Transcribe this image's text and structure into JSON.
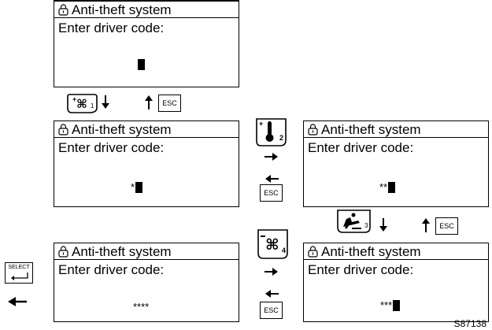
{
  "panels": [
    {
      "title": "Anti-theft system",
      "prompt": "Enter driver code:",
      "code": ""
    },
    {
      "title": "Anti-theft system",
      "prompt": "Enter driver code:",
      "code": "*"
    },
    {
      "title": "Anti-theft system",
      "prompt": "Enter driver code:",
      "code": "**"
    },
    {
      "title": "Anti-theft system",
      "prompt": "Enter driver code:",
      "code": "****"
    },
    {
      "title": "Anti-theft system",
      "prompt": "Enter driver code:",
      "code": "***"
    }
  ],
  "buttons": {
    "esc_label": "ESC",
    "select_label": "SELECT",
    "key1_sub": "1",
    "key2_sub": "2",
    "key3_sub": "3",
    "key4_sub": "4"
  },
  "figure_ref": "S87138",
  "icons": [
    "lock-icon",
    "command-key-icon",
    "thermometer-icon",
    "seat-icon",
    "arrow-down-icon",
    "arrow-up-icon",
    "arrow-right-icon",
    "arrow-left-icon",
    "enter-icon"
  ]
}
